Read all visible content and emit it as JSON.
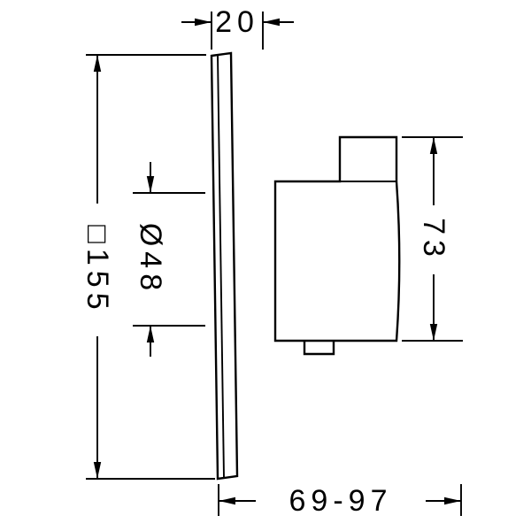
{
  "drawing": {
    "line_color": "#000000",
    "background_color": "#ffffff",
    "dimensions": {
      "plate_thickness": "20",
      "plate_size": "□155",
      "cutout_diameter": "Ø48",
      "handle_height": "73",
      "projection_range": "69-97"
    }
  }
}
